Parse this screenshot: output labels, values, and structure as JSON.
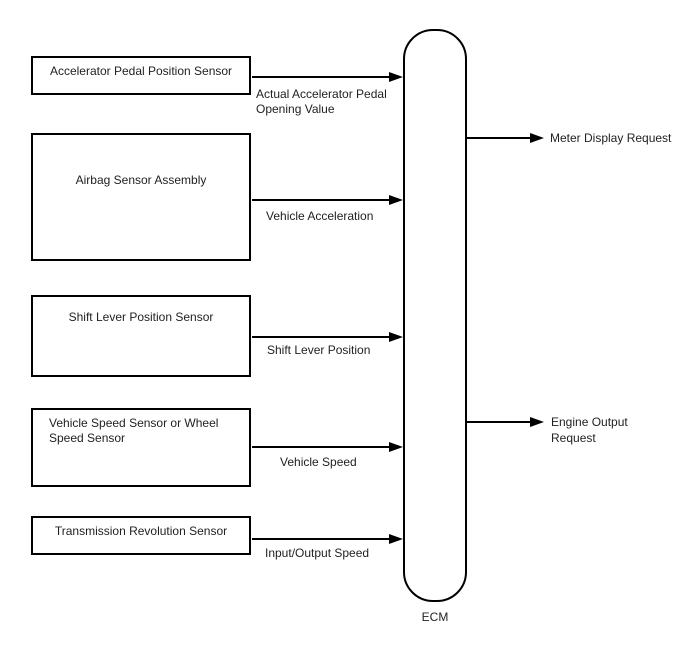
{
  "diagram": {
    "ecm_label": "ECM",
    "sensors": [
      {
        "name": "Accelerator Pedal Position Sensor",
        "signal": "Actual Accelerator Pedal Opening Value"
      },
      {
        "name": "Airbag Sensor Assembly",
        "signal": "Vehicle Acceleration"
      },
      {
        "name": "Shift Lever Position Sensor",
        "signal": "Shift Lever Position"
      },
      {
        "name": "Vehicle Speed Sensor or Wheel Speed Sensor",
        "signal": "Vehicle Speed"
      },
      {
        "name": "Transmission Revolution Sensor",
        "signal": "Input/Output Speed"
      }
    ],
    "outputs": [
      {
        "label": "Meter Display Request"
      },
      {
        "label": "Engine Output Request"
      }
    ],
    "colors": {
      "line": "#000000",
      "text": "#222222",
      "background": "#ffffff"
    }
  }
}
